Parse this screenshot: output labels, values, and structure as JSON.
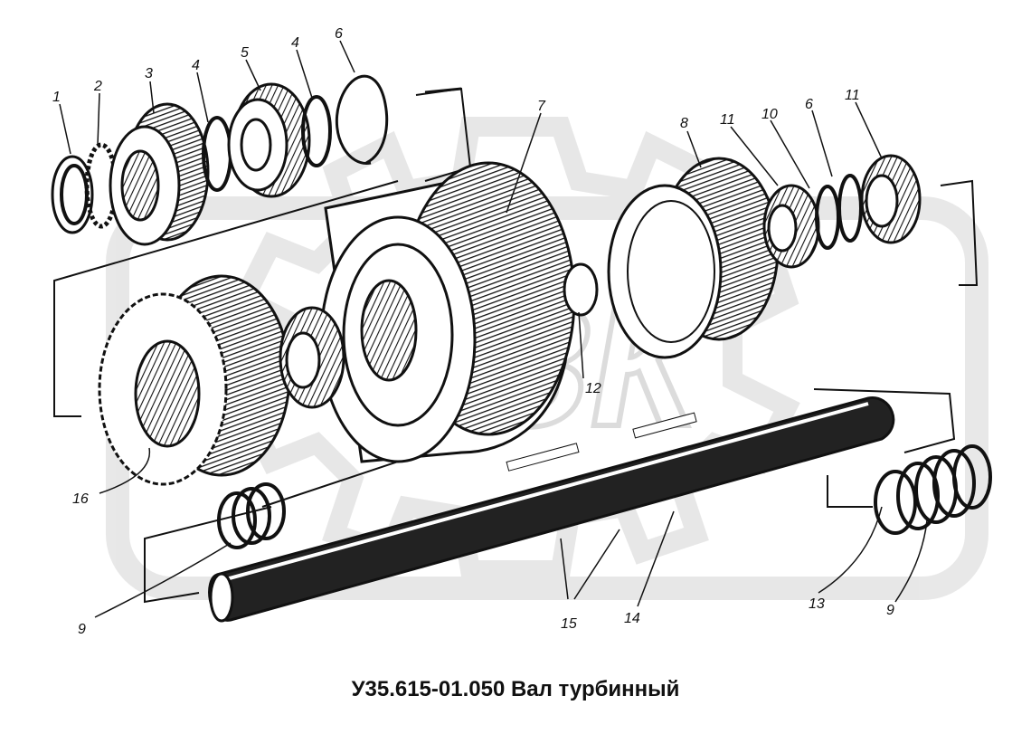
{
  "caption": "У35.615-01.050 Вал турбинный",
  "watermark": "ОЗК",
  "callouts": [
    "1",
    "2",
    "3",
    "4",
    "5",
    "4",
    "6",
    "7",
    "8",
    "11",
    "10",
    "6",
    "11",
    "12",
    "16",
    "9",
    "15",
    "14",
    "13",
    "9"
  ]
}
